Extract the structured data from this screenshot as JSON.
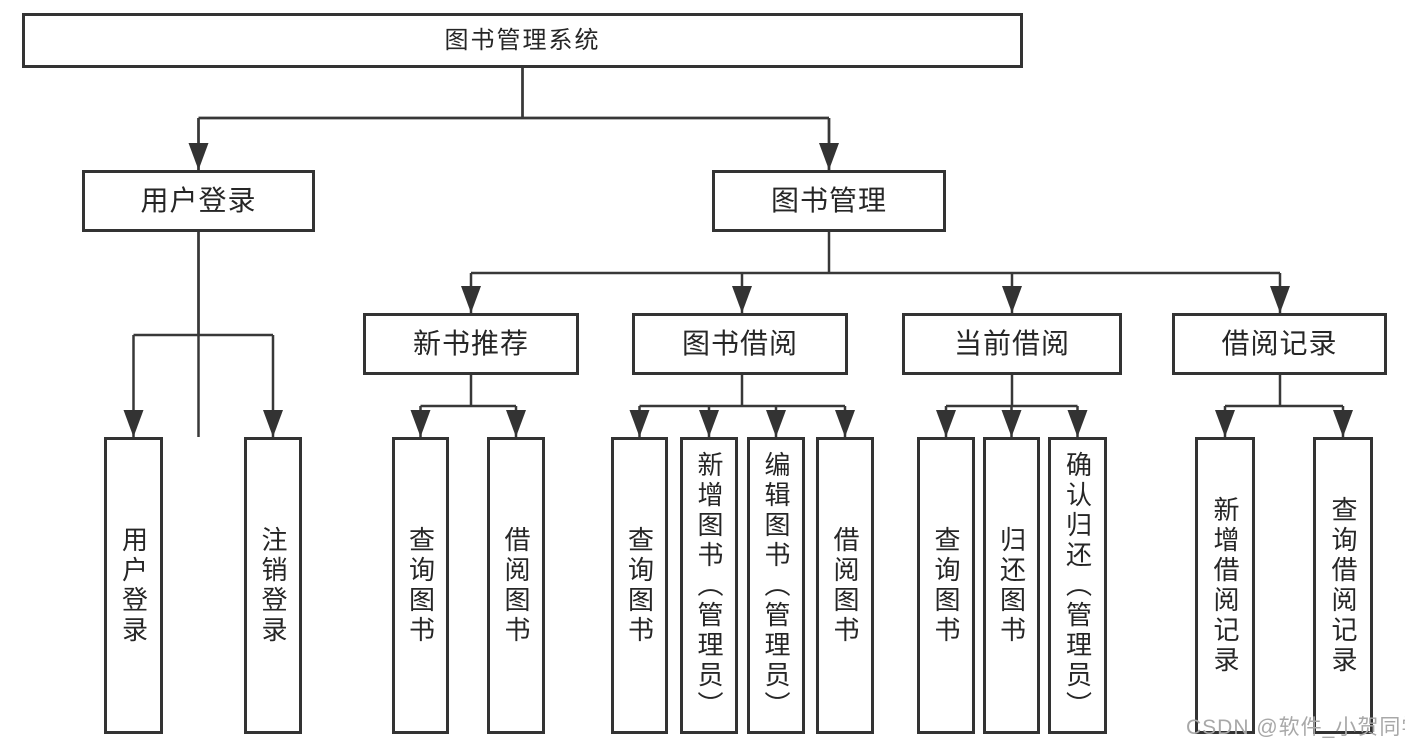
{
  "colors": {
    "background": "#ffffff",
    "line": "#383838",
    "box_border": "#333333",
    "text": "#262626",
    "watermark": "#a8a8a8"
  },
  "watermark": {
    "text": "CSDN @软件_小贺同学"
  },
  "diagram": {
    "type": "hierarchy",
    "root": {
      "label": "图书管理系统",
      "children": [
        {
          "label": "用户登录",
          "children": [
            {
              "label": "用户登录"
            },
            {
              "label": "注销登录"
            }
          ]
        },
        {
          "label": "图书管理",
          "children": [
            {
              "label": "新书推荐",
              "children": [
                {
                  "label": "查询图书"
                },
                {
                  "label": "借阅图书"
                }
              ]
            },
            {
              "label": "图书借阅",
              "children": [
                {
                  "label": "查询图书"
                },
                {
                  "label": "新增图书（管理员）"
                },
                {
                  "label": "编辑图书（管理员）"
                },
                {
                  "label": "借阅图书"
                }
              ]
            },
            {
              "label": "当前借阅",
              "children": [
                {
                  "label": "查询图书"
                },
                {
                  "label": "归还图书"
                },
                {
                  "label": "确认归还（管理员）"
                }
              ]
            },
            {
              "label": "借阅记录",
              "children": [
                {
                  "label": "新增借阅记录"
                },
                {
                  "label": "查询借阅记录"
                }
              ]
            }
          ]
        }
      ]
    }
  }
}
